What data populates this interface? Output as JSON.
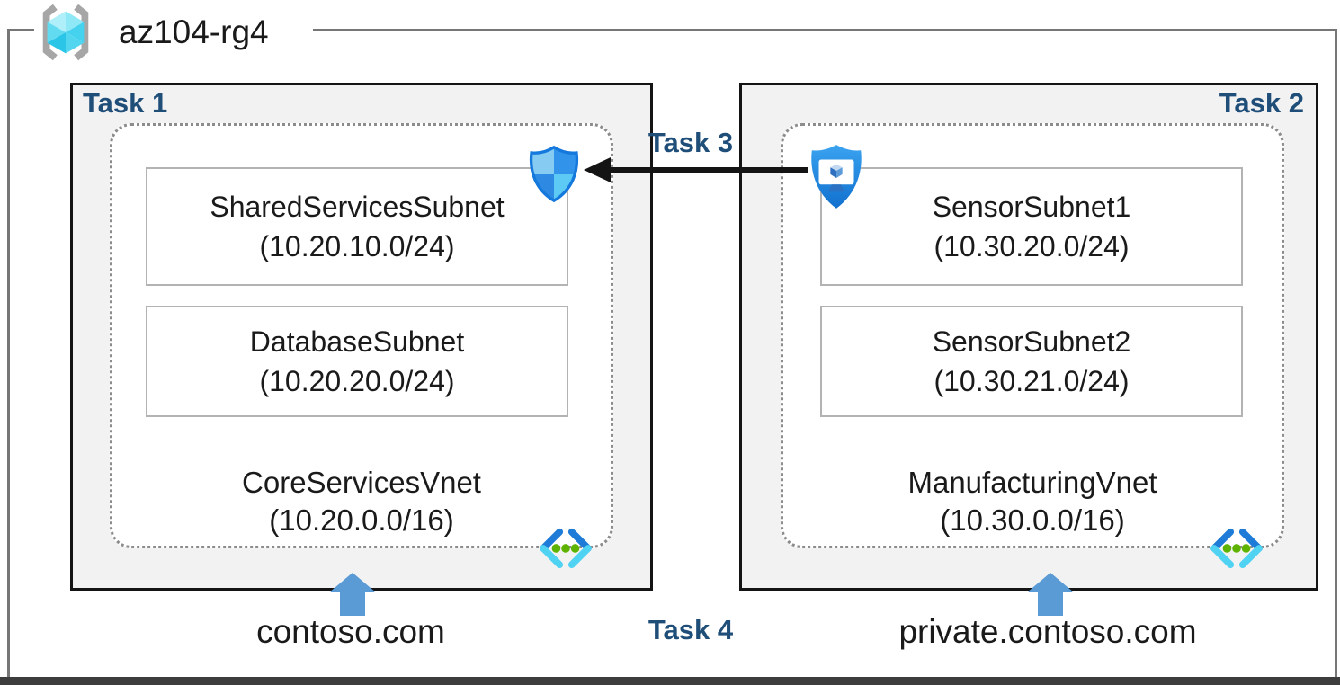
{
  "resource_group": {
    "name": "az104-rg4"
  },
  "task_labels": {
    "task1": "Task 1",
    "task2": "Task 2",
    "task3": "Task 3",
    "task4": "Task 4"
  },
  "vnets": [
    {
      "name": "CoreServicesVnet",
      "cidr": "(10.20.0.0/16)",
      "domain": "contoso.com",
      "subnets": [
        {
          "name": "SharedServicesSubnet",
          "cidr": "(10.20.10.0/24)"
        },
        {
          "name": "DatabaseSubnet",
          "cidr": "(10.20.20.0/24)"
        }
      ]
    },
    {
      "name": "ManufacturingVnet",
      "cidr": "(10.30.0.0/16)",
      "domain": "private.contoso.com",
      "subnets": [
        {
          "name": "SensorSubnet1",
          "cidr": "(10.30.20.0/24)"
        },
        {
          "name": "SensorSubnet2",
          "cidr": "(10.30.21.0/24)"
        }
      ]
    }
  ],
  "icons": {
    "resource_group": "resource-group-brackets-cube-icon",
    "network_security": "security-shield-quadrant-icon",
    "bastion": "bastion-monitor-shield-icon",
    "virtual_network": "vnet-chevrons-dots-icon",
    "peering": "left-arrow",
    "dns": "up-arrow"
  },
  "colors": {
    "task_label": "#1F4E79",
    "up_arrow": "#5B9BD5",
    "peering_arrow": "#141414",
    "task_box_fill": "#F2F2F2",
    "dashed_border": "#8C8C8C",
    "outer_border": "#767676"
  }
}
